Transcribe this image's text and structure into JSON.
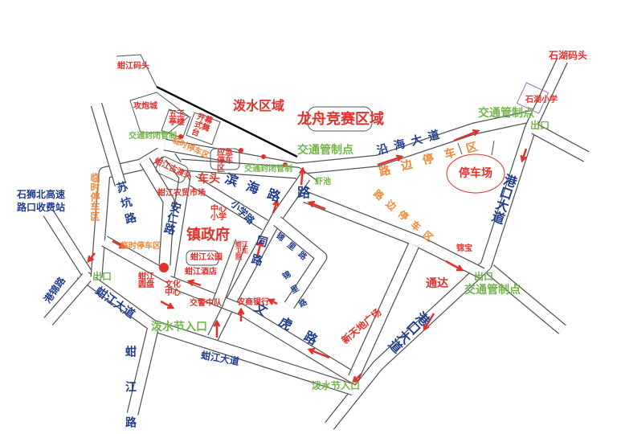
{
  "colors": {
    "road_name": "#213f8e",
    "landmark": "#e0312b",
    "parking": "#f0883a",
    "traffic_control": "#72b548",
    "arrow": "#e0312b"
  },
  "areas": {
    "water_area": "泼水区域",
    "dragon_boat_area": "龙舟竞赛区域"
  },
  "piers": {
    "jiangjiang_pier": "蚶江码头",
    "shihu_pier": "石湖码头"
  },
  "toll": {
    "line1": "石狮北高速",
    "line2": "路口收费站"
  },
  "roads": {
    "coastal_avenue": "沿海大道",
    "port_avenue_upper": "港口大道",
    "port_avenue_lower": "港口大道",
    "hanjiang_avenue_left": "蚶江大道",
    "hanjiang_avenue_lower": "蚶江大道",
    "hanjiang_road": "蚶江路",
    "gangjin_road": "港锦路",
    "sukeng_road": "苏坑路",
    "anren_road": "安仁路",
    "xiaoxue_road": "小学路",
    "binhai_road": "滨海路",
    "tong_road": "同路",
    "jinli_road_1": "锦里路",
    "jinli_road_2": "锦里路",
    "wenhu_road": "文虎路",
    "lu_top": "路"
  },
  "landmarks": {
    "gongpaocheng": "攻炮城",
    "wuwang_temple": "五王亭楼",
    "open_stage": "开幕式舞台",
    "temp_parking_box": "应急停车区",
    "chetou": "车头",
    "town_government": "镇政府",
    "central_school": "中心小学",
    "hanjiang_park": "蚶江公园",
    "hanjiang_roundabout": "蚶江圆盘",
    "hanjiang_hotel": "蚶江酒店",
    "hanjiang_market": "蚶江农贸市场",
    "rural_bank": "农商银行",
    "xintiandi_plaza": "新天地广场",
    "tongda": "通达",
    "jinbao": "锦宝",
    "shihu_school": "石湖小学",
    "xiechi": "虾池",
    "hanjiang_small": "蚶江古渡头",
    "culture_center": "文化中心",
    "hanjiang_block": "蚶江卫生院",
    "jiao": "交警中队"
  },
  "parking": {
    "roadside_parking_top": "路边停车区",
    "roadside_parking_mid": "路边停车区",
    "parking_lot": "停车场",
    "temp_parking_left": "临时停车区",
    "temp_parking_small": "临时停车区",
    "temp_parking_2": "临时停车区"
  },
  "traffic": {
    "control_point_1": "交通管制点",
    "control_point_2": "交通管制点",
    "control_point_3": "交通管制点",
    "closure_1": "交通封闭管制",
    "closure_2": "交通封闭管制",
    "exit_1": "出口",
    "exit_2": "出口",
    "exit_3": "出口",
    "entrance_1": "泼水节入口",
    "entrance_2": "泼水节入口"
  }
}
